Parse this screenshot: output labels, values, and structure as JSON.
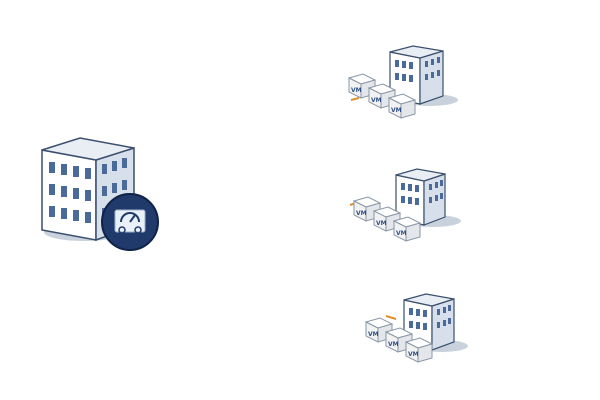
{
  "main_site": {
    "icon": "building-with-gauge-icon",
    "colors": {
      "wall_front": "#ffffff",
      "wall_side": "#d7e0ea",
      "window": "#4a6a9a",
      "gauge_badge": "#1f3a6b"
    }
  },
  "remote_sites": [
    {
      "icon": "building-with-vms-icon",
      "vms": [
        {
          "label": "VM"
        },
        {
          "label": "VM"
        },
        {
          "label": "VM"
        }
      ]
    },
    {
      "icon": "building-with-vms-icon",
      "vms": [
        {
          "label": "VM"
        },
        {
          "label": "VM"
        },
        {
          "label": "VM"
        }
      ]
    },
    {
      "icon": "building-with-vms-icon",
      "vms": [
        {
          "label": "VM"
        },
        {
          "label": "VM"
        },
        {
          "label": "VM"
        }
      ]
    }
  ],
  "colors": {
    "outline": "#3a4f6d",
    "shadow": "#c9d2dc",
    "vm_box": "#f2f2f2",
    "accent": "#e0902a"
  }
}
